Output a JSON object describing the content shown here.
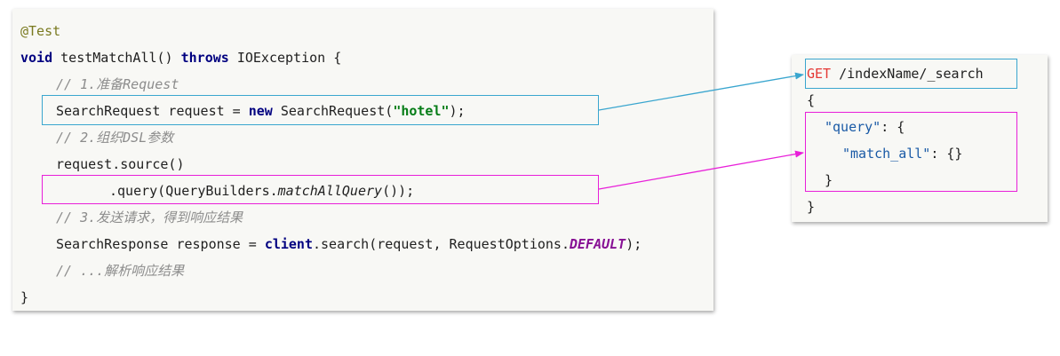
{
  "java_code": {
    "annotation": "@Test",
    "signature": {
      "void_kw": "void",
      "method": " testMatchAll() ",
      "throws_kw": "throws",
      "rest": " IOException {"
    },
    "comment_1": "// 1.准备Request",
    "line_request": {
      "prefix": "SearchRequest request = ",
      "new_kw": "new",
      "mid": " SearchRequest(",
      "index_string": "\"hotel\"",
      "suffix": ");"
    },
    "comment_2": "// 2.组织DSL参数",
    "line_source": "request.source()",
    "line_query": {
      "prefix": ".query(QueryBuilders.",
      "method": "matchAllQuery",
      "suffix": "());"
    },
    "comment_3": "// 3.发送请求，得到响应结果",
    "line_search": {
      "prefix": "SearchResponse response = ",
      "client": "client",
      "mid": ".search(request, RequestOptions.",
      "constant": "DEFAULT",
      "suffix": ");"
    },
    "comment_4": "// ...解析响应结果",
    "closing": "}"
  },
  "dsl": {
    "method": "GET",
    "path": " /indexName/_search",
    "open_brace": "{",
    "query_key": "\"query\"",
    "query_rest": ": {",
    "match_all_key": "\"match_all\"",
    "match_all_rest": ": {}",
    "inner_close": "}",
    "outer_close": "}"
  },
  "colors": {
    "blue_highlight": "#3aa6cf",
    "pink_highlight": "#e81fd9",
    "keyword": "#000080",
    "string": "#067d17",
    "comment": "#8c8c8c",
    "http_method": "#e53935",
    "json_key": "#1a5aa6"
  }
}
